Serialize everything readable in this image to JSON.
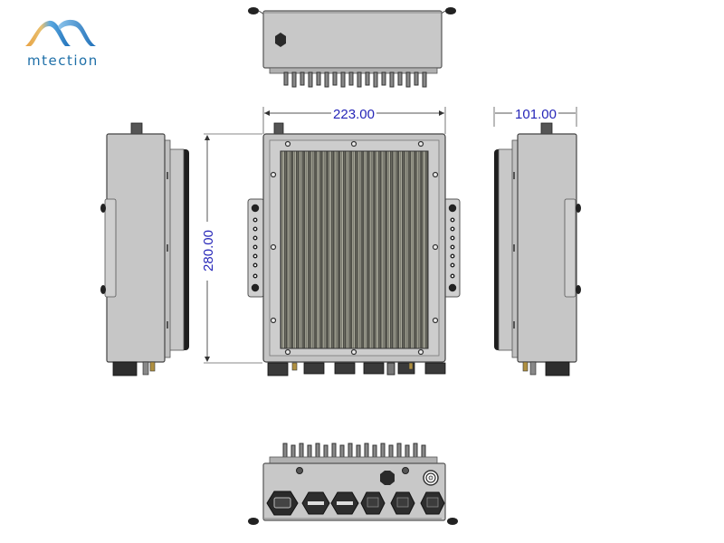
{
  "brand": {
    "name": "mtection",
    "colors": {
      "text": "#1e6fa8",
      "wave_blue": "#2f86c8",
      "wave_orange": "#e8a040"
    }
  },
  "dimensions": {
    "width": "223.00",
    "height": "280.00",
    "depth": "101.00",
    "color": "#2626b8"
  },
  "views": {
    "top": {
      "label": "top-view",
      "fin_count": 18
    },
    "front": {
      "label": "front-view",
      "heatsink_fins": 26
    },
    "left": {
      "label": "left-side-view"
    },
    "right": {
      "label": "right-side-view"
    },
    "bottom": {
      "label": "bottom-view",
      "connectors": [
        "power-connector",
        "usb-connector",
        "usb-connector",
        "rj45-port",
        "rj45-port",
        "rj45-port"
      ],
      "extras": [
        "vent-plug",
        "ground-screw",
        "antenna-port"
      ]
    }
  },
  "colors": {
    "housing": "#c8c8c8",
    "housing_edge": "#5a5a5a",
    "heatsink_dark": "#4a4a44",
    "heatsink_light": "#b8b8a8",
    "connector": "#2a2a2a",
    "dim_line": "#777777"
  }
}
